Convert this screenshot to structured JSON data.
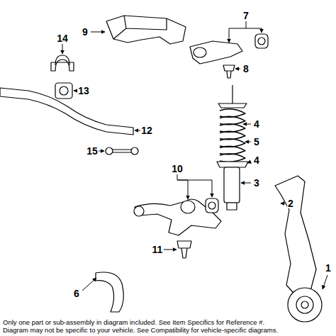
{
  "diagram": {
    "labels": [
      "9",
      "7",
      "14",
      "8",
      "13",
      "4",
      "12",
      "5",
      "4",
      "3",
      "15",
      "10",
      "2",
      "6",
      "11",
      "1",
      "Only one part or sub-assembly in diagram included. See Item Specifics for Reference #.",
      "Diagram may not be specific to your vehicle. See Compatibility for vehicle-specific diagrams."
    ]
  }
}
